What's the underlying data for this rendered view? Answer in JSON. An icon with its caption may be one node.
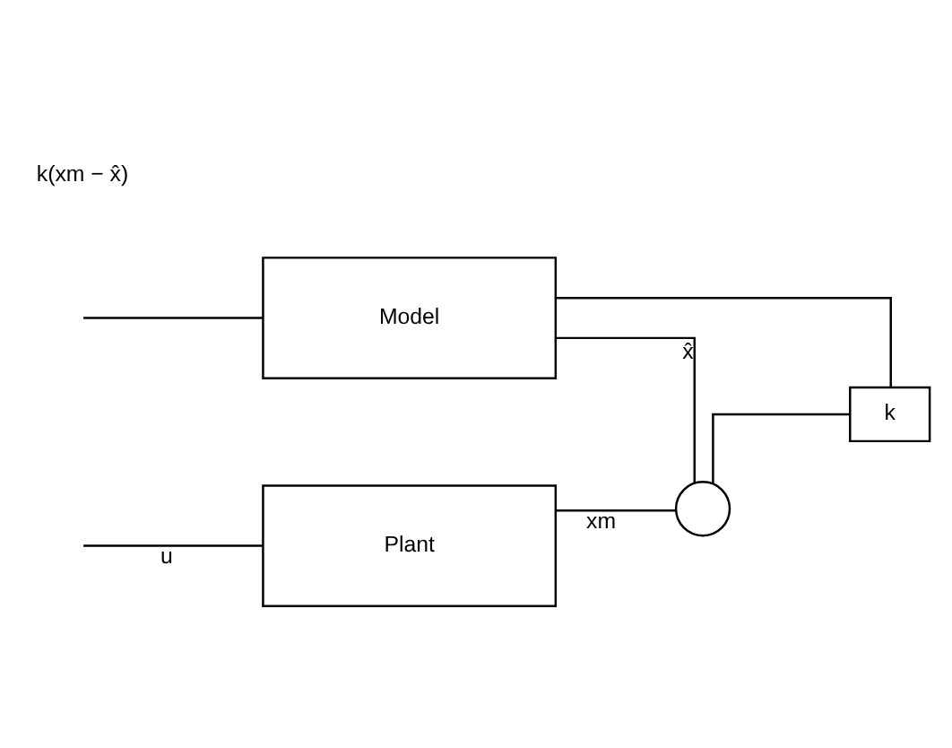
{
  "diagram": {
    "nodes": [
      {
        "text": [
          "Plant"
        ]
      },
      {
        "text": [
          "Model"
        ]
      },
      {
        "text": [
          "k"
        ]
      },
      {
        "text": [],
        "shape": "circle"
      }
    ],
    "edges": [
      {
        "from": null,
        "to": 0,
        "arrow": "none",
        "label": "u"
      },
      {
        "from": null,
        "to": 1,
        "arrow": "none"
      },
      {
        "from": 0,
        "to": 3,
        "arrow": "none",
        "label": "xm"
      },
      {
        "from": 1,
        "to": 3,
        "arrow": "none",
        "label": "x̂"
      },
      {
        "from": 3,
        "to": 2,
        "arrow": "none"
      },
      {
        "from": 2,
        "to": 1,
        "arrow": "none"
      }
    ],
    "labels": [
      "k(xm − x̂)"
    ]
  }
}
